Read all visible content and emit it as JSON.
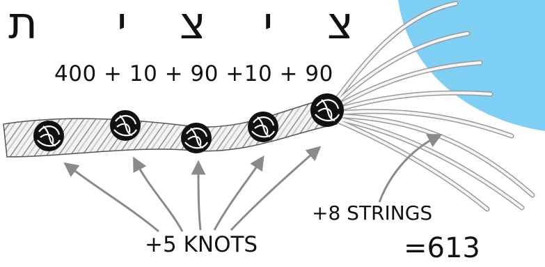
{
  "hebrew_letters": [
    "צ",
    "י",
    "צ",
    "י",
    "ת"
  ],
  "gematria_sum": "400 + 10 + 90 +10 + 90",
  "knots_label": "+5 KNOTS",
  "strings_label": "+8 STRINGS",
  "total_label": "=613",
  "colors": {
    "circle": "#7dcff3",
    "ink": "#111111",
    "rope": "#f2f2f2",
    "arrow": "#8a8a8a"
  }
}
